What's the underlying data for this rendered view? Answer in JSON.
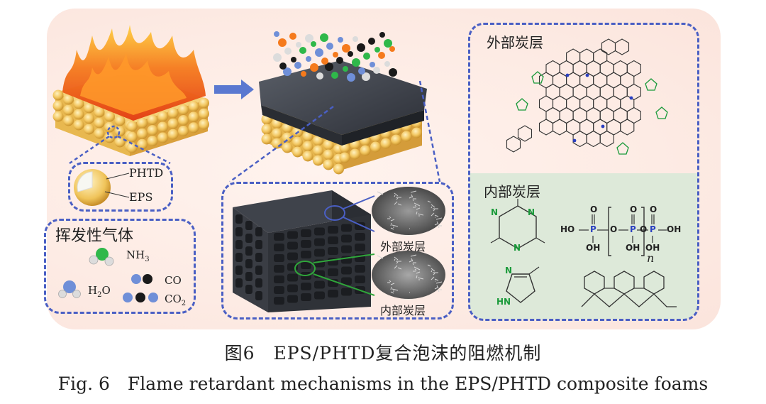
{
  "labels": {
    "phtd": "PHTD",
    "eps": "EPS",
    "volatile_gas": "挥发性气体",
    "nh3_main": "NH",
    "nh3_sub": "3",
    "h2o_main": "H",
    "h2o_sub": "2",
    "h2o_end": "O",
    "co": "CO",
    "co2_main": "CO",
    "co2_sub": "2",
    "outer_char_layer": "外部炭层",
    "inner_char_layer": "内部炭层",
    "sem_outer": "外部炭层",
    "sem_inner": "内部炭层"
  },
  "chem": {
    "ho1": "HO",
    "oh1": "OH",
    "oh2": "OH",
    "oh3": "OH",
    "oh4": "OH",
    "o_top1": "O",
    "o_top2": "O",
    "o_top3": "O",
    "o_link1": "O",
    "o_link2": "O",
    "p1": "P",
    "p2": "P",
    "p3": "P",
    "n_sub": "n",
    "hn": "HN",
    "n_imid": "N",
    "tri_n1": "N",
    "tri_n2": "N",
    "tri_n3": "N"
  },
  "caption": {
    "cn": "图6　EPS/PHTD复合泡沫的阻燃机制",
    "en": "Fig. 6　Flame retardant mechanisms in the EPS/PHTD composite foams"
  },
  "colors": {
    "dash_border": "#4a5fc4",
    "green_nitrogen": "#1a9a3a",
    "blue_phosphorus": "#2a3fc0",
    "inner_panel": "#dde9d9",
    "char": "#3b3f47",
    "foam": "#f0c86a"
  }
}
